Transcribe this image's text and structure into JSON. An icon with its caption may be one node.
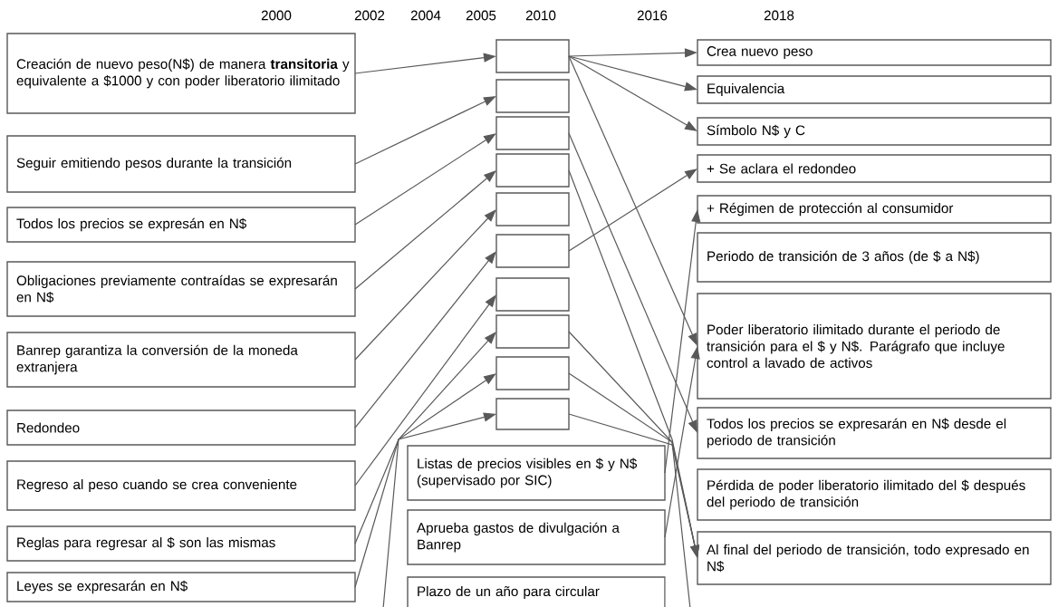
{
  "diagram": {
    "nodes": [
      {
        "text": [
          "Creación de nuevo peso(N$) de manera **transitoria** y equivalente a $1000 y con poder liberatorio ilimitado"
        ]
      },
      {
        "text": [
          "Seguir emitiendo pesos durante la transición"
        ]
      },
      {
        "text": [
          "Todos los precios se expresán en N$"
        ]
      },
      {
        "text": [
          "Obligaciones previamente contraídas se expresarán en N$"
        ]
      },
      {
        "text": [
          "Banrep garantiza la conversión de la moneda extranjera"
        ]
      },
      {
        "text": [
          "Redondeo"
        ]
      },
      {
        "text": [
          "Regreso al peso cuando se crea conveniente"
        ]
      },
      {
        "text": [
          "Reglas para regresar al $ son las mismas"
        ]
      },
      {
        "text": [
          "Leyes se expresarán en N$"
        ]
      },
      {
        "text": [],
        "shape": "box"
      },
      {
        "text": [],
        "shape": "box"
      },
      {
        "text": [],
        "shape": "box"
      },
      {
        "text": [],
        "shape": "box"
      },
      {
        "text": [],
        "shape": "box"
      },
      {
        "text": [],
        "shape": "box"
      },
      {
        "text": [],
        "shape": "box"
      },
      {
        "text": [],
        "shape": "box"
      },
      {
        "text": [],
        "shape": "box"
      },
      {
        "text": [],
        "shape": "box"
      },
      {
        "text": [
          "Listas de precios visibles en $ y N$ (supervisado por SIC)"
        ]
      },
      {
        "text": [
          "Aprueba gastos de divulgación a Banrep"
        ]
      },
      {
        "text": [
          "Plazo de un año para circular"
        ]
      },
      {
        "text": [
          "Crea nuevo peso"
        ]
      },
      {
        "text": [
          "Equivalencia"
        ]
      },
      {
        "text": [
          "Símbolo N$ y C"
        ]
      },
      {
        "text": [
          "+ Se aclara el redondeo"
        ]
      },
      {
        "text": [
          "+ Régimen de protección al consumidor"
        ]
      },
      {
        "text": [
          "Periodo de transición de 3 años (de $ a N$)"
        ]
      },
      {
        "text": [
          "Poder liberatorio ilimitado durante el periodo de transición para el $ y N$. Parágrafo que incluye control a lavado de activos"
        ]
      },
      {
        "text": [
          "Todos los precios se expresarán en N$ desde el periodo de transición"
        ]
      },
      {
        "text": [
          "Pérdida de poder liberatorio ilimitado del $ después del periodo de transición"
        ]
      },
      {
        "text": [
          "Al final del periodo de transición, todo expresado en N$"
        ]
      }
    ],
    "edges": [
      {
        "from": 0,
        "to": 9,
        "arrow": "to"
      },
      {
        "from": 1,
        "to": 10,
        "arrow": "to"
      },
      {
        "from": 2,
        "to": 11,
        "arrow": "to"
      },
      {
        "from": 3,
        "to": 12,
        "arrow": "to"
      },
      {
        "from": 4,
        "to": 13,
        "arrow": "to"
      },
      {
        "from": 5,
        "to": 14,
        "arrow": "to"
      },
      {
        "from": 6,
        "to": 15,
        "arrow": "to"
      },
      {
        "from": 7,
        "to": 16,
        "arrow": "to"
      },
      {
        "from": 8,
        "to": 17,
        "arrow": "to"
      },
      {
        "from": null,
        "to": 18,
        "arrow": "to"
      },
      {
        "from": 9,
        "to": 22,
        "arrow": "to"
      },
      {
        "from": 9,
        "to": 23,
        "arrow": "to"
      },
      {
        "from": 9,
        "to": 24,
        "arrow": "to"
      },
      {
        "from": 9,
        "to": 28,
        "arrow": "to"
      },
      {
        "from": 14,
        "to": 25,
        "arrow": "to"
      },
      {
        "from": 11,
        "to": 29,
        "arrow": "to"
      },
      {
        "from": 12,
        "to": 31,
        "arrow": "to"
      },
      {
        "from": 16,
        "to": 31,
        "arrow": "to"
      },
      {
        "from": 18,
        "to": 31,
        "arrow": "to"
      },
      {
        "from": 19,
        "to": 26,
        "arrow": "to"
      },
      {
        "from": 20,
        "to": 28,
        "arrow": "to"
      },
      {
        "from": 17,
        "to": null,
        "arrow": "none"
      }
    ],
    "labels": [
      "2000",
      "2002",
      "2004",
      "2005",
      "2010",
      "2016",
      "2018"
    ]
  }
}
